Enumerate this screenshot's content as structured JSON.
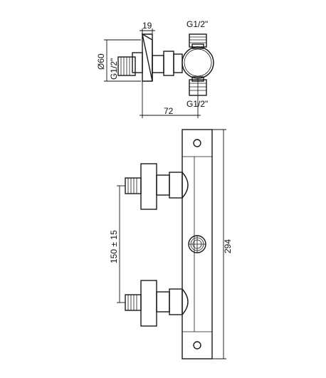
{
  "drawing": {
    "top_view": {
      "width_dim": "19",
      "diameter_dim": "Ø60",
      "side_thread": "G1/2\"",
      "top_thread": "G1/2\"",
      "bottom_thread": "G1/2\"",
      "offset_dim": "72"
    },
    "front_view": {
      "inlet_spacing": "150 ± 15",
      "height_dim": "294"
    }
  }
}
